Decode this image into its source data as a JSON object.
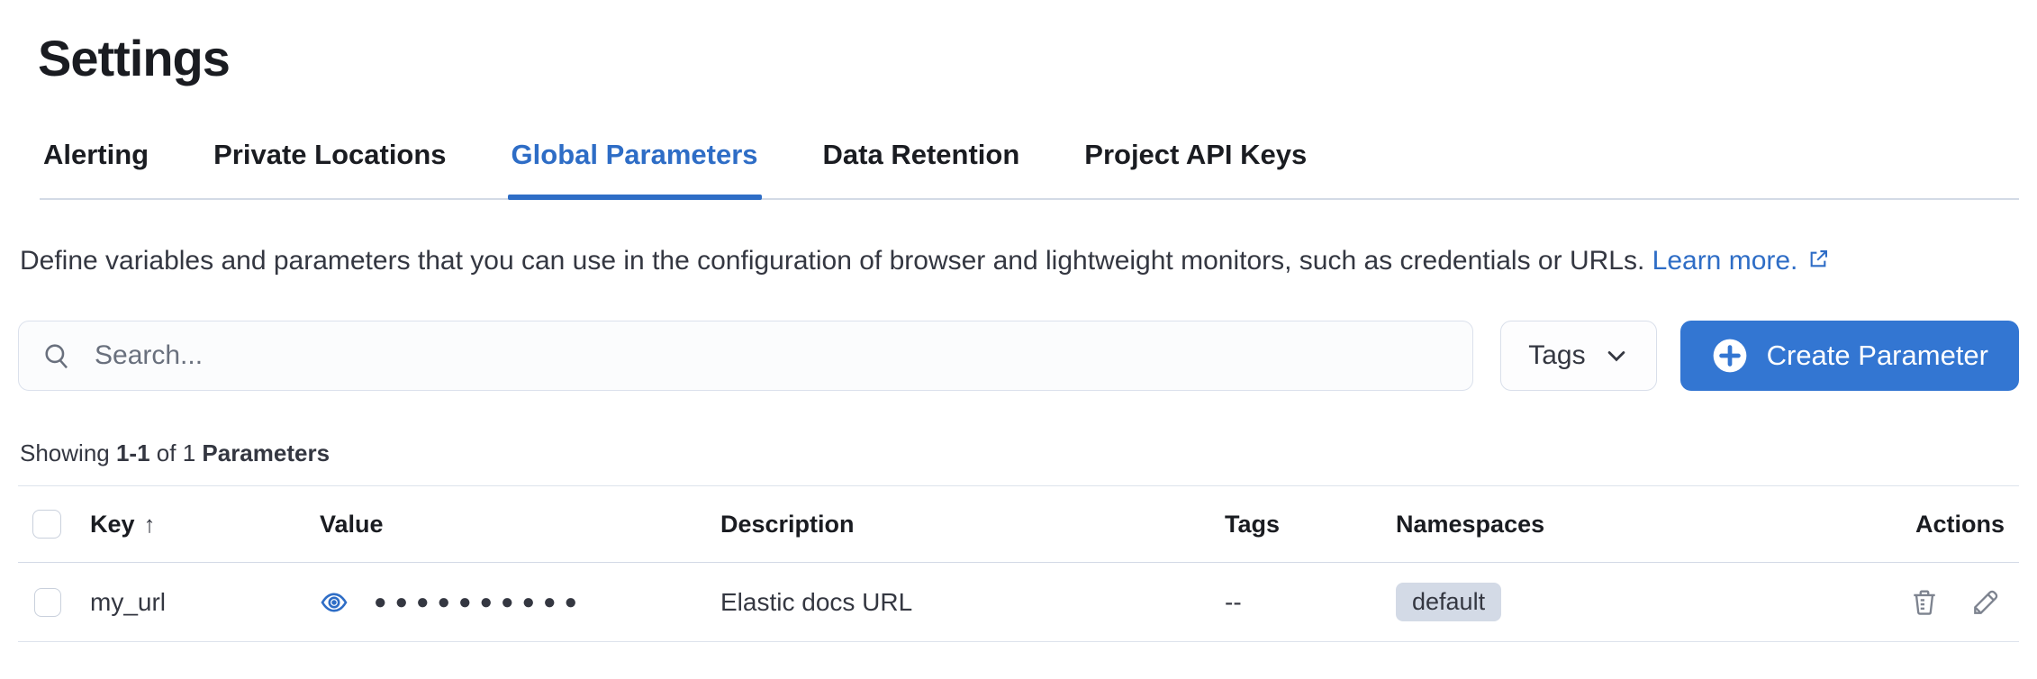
{
  "page": {
    "title": "Settings"
  },
  "tabs": [
    {
      "label": "Alerting"
    },
    {
      "label": "Private Locations"
    },
    {
      "label": "Global Parameters"
    },
    {
      "label": "Data Retention"
    },
    {
      "label": "Project API Keys"
    }
  ],
  "description": {
    "text": "Define variables and parameters that you can use in the configuration of browser and lightweight monitors, such as credentials or URLs.",
    "link_label": "Learn more."
  },
  "toolbar": {
    "search_placeholder": "Search...",
    "tags_filter_label": "Tags",
    "create_button_label": "Create Parameter"
  },
  "summary": {
    "prefix": "Showing",
    "range": "1-1",
    "middle": "of 1",
    "entity": "Parameters"
  },
  "table": {
    "columns": [
      "Key",
      "Value",
      "Description",
      "Tags",
      "Namespaces",
      "Actions"
    ],
    "sort": {
      "column": "Key",
      "direction": "ascending",
      "arrow": "↑"
    },
    "rows": [
      {
        "key": "my_url",
        "value_masked": "●●●●●●●●●●",
        "description": "Elastic docs URL",
        "tags": "--",
        "namespaces": [
          "default"
        ]
      }
    ]
  },
  "icons": {
    "search": "search-icon",
    "tags_chevron": "chevron-down-icon",
    "create_plus": "plus-in-circle-icon",
    "learn_more_external": "external-link-icon",
    "value_reveal": "eye-icon",
    "delete": "trash-icon",
    "edit": "pencil-icon"
  },
  "colors": {
    "primary_button": "#3376d2",
    "active_tab": "#2e6dc6",
    "link": "#2e6dc6",
    "text_dark": "#1a1c21",
    "text_body": "#343741",
    "badge_bg": "#d3dae6",
    "border_light": "#dde3ec",
    "icon_gray": "#7d838f"
  }
}
